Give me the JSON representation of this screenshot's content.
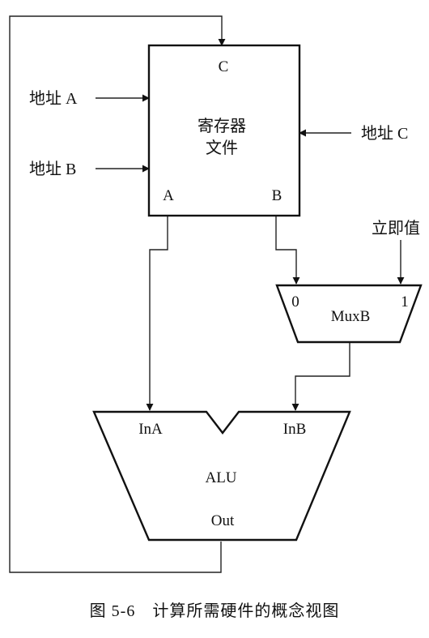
{
  "register_file": {
    "title_line1": "寄存器",
    "title_line2": "文件",
    "port_c": "C",
    "port_a": "A",
    "port_b": "B",
    "input_addr_a": "地址 A",
    "input_addr_b": "地址 B",
    "input_addr_c": "地址 C"
  },
  "mux_b": {
    "label": "MuxB",
    "input_0": "0",
    "input_1": "1",
    "immediate_label": "立即值"
  },
  "alu": {
    "label": "ALU",
    "input_a": "InA",
    "input_b": "InB",
    "output": "Out"
  },
  "caption": "图 5-6　计算所需硬件的概念视图",
  "colors": {
    "ink": "#111111",
    "background": "#ffffff"
  }
}
